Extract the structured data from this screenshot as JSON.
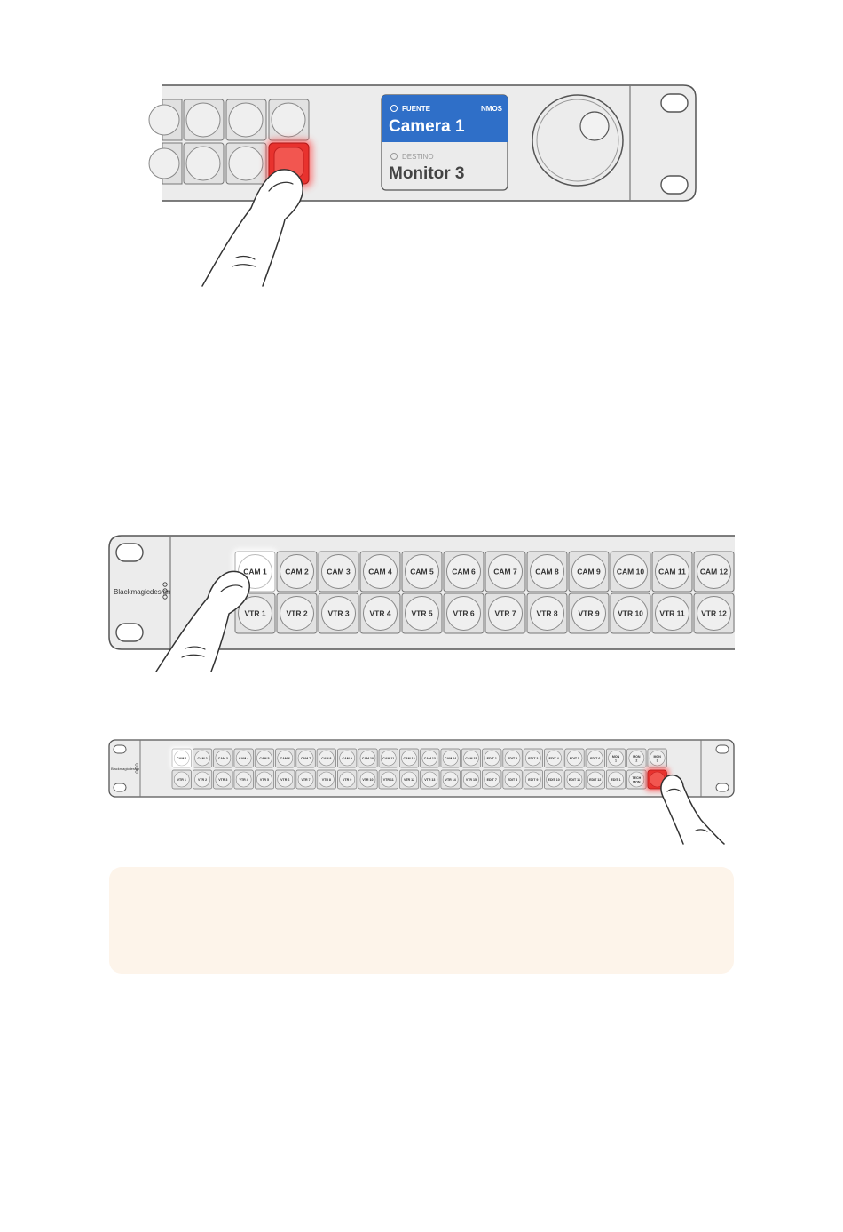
{
  "panel_top": {
    "lcd": {
      "source_label": "FUENTE",
      "source_badge": "NMOS",
      "source_value": "Camera 1",
      "destination_label": "DESTINO",
      "destination_value": "Monitor 3"
    },
    "pressed_button": "red"
  },
  "panel_middle": {
    "logo": "Blackmagicdesign",
    "row1": [
      "CAM 1",
      "CAM 2",
      "CAM 3",
      "CAM 4",
      "CAM 5",
      "CAM 6",
      "CAM 7",
      "CAM 8",
      "CAM 9",
      "CAM 10",
      "CAM 11",
      "CAM 12"
    ],
    "row2": [
      "VTR 1",
      "VTR 2",
      "VTR 3",
      "VTR 4",
      "VTR 5",
      "VTR 6",
      "VTR 7",
      "VTR 8",
      "VTR 9",
      "VTR 10",
      "VTR 11",
      "VTR 12"
    ],
    "highlighted": "CAM 1"
  },
  "panel_bottom": {
    "logo": "Blackmagicdesign",
    "row1": [
      "CAM 1",
      "CAM 2",
      "CAM 3",
      "CAM 4",
      "CAM 5",
      "CAM 6",
      "CAM 7",
      "CAM 8",
      "CAM 9",
      "CAM 10",
      "CAM 11",
      "CAM 12",
      "CAM 13",
      "CAM 14",
      "CAM 15",
      "EDIT 1",
      "EDIT 2",
      "EDIT 3",
      "EDIT 4",
      "EDIT 5",
      "EDIT 6",
      "MON 1",
      "MON 2",
      "MON 3"
    ],
    "row2": [
      "VTR 1",
      "VTR 2",
      "VTR 3",
      "VTR 4",
      "VTR 5",
      "VTR 6",
      "VTR 7",
      "VTR 8",
      "VTR 9",
      "VTR 10",
      "VTR 11",
      "VTR 12",
      "VTR 13",
      "VTR 14",
      "VTR 15",
      "EDIT 7",
      "EDIT 8",
      "EDIT 9",
      "EDIT 10",
      "EDIT 11",
      "EDIT 12",
      "EDIT 1",
      "TECH MON",
      ""
    ],
    "highlighted": "CAM 1",
    "pressed_button": "red"
  },
  "colors": {
    "panel": "#ececec",
    "outline": "#555555",
    "lcd_blue": "#2f6fc8",
    "lcd_gray": "#ebebeb",
    "red": "#e8322e",
    "note_bg": "#fdf4ea"
  }
}
